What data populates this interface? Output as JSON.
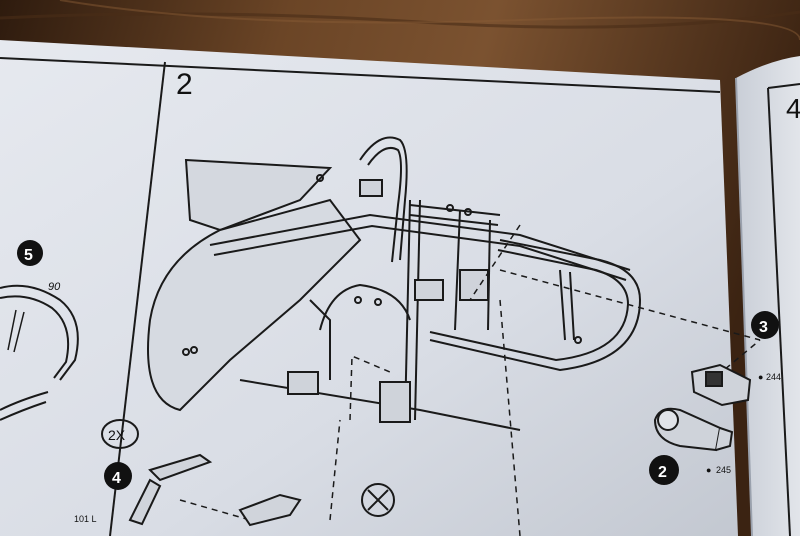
{
  "photo": {
    "description_free": true,
    "colors": {
      "wood_dark": "#3a2414",
      "wood_mid": "#6b4526",
      "paper": "#dfe3ea",
      "paper_shadow": "#b9bfca",
      "ink": "#1a1a1a"
    }
  },
  "instruction_sheet": {
    "step_main_number": "2",
    "step_left_callout": "5",
    "step_left_part": "90",
    "qty_badge": "2X",
    "step_callout_4": "4",
    "part_ref_left": "101 L",
    "step_right_callout_3": "3",
    "step_right_callout_2": "2",
    "part_ref_upper_right": "244",
    "part_ref_lower_right": "245",
    "next_page_step": "4"
  }
}
